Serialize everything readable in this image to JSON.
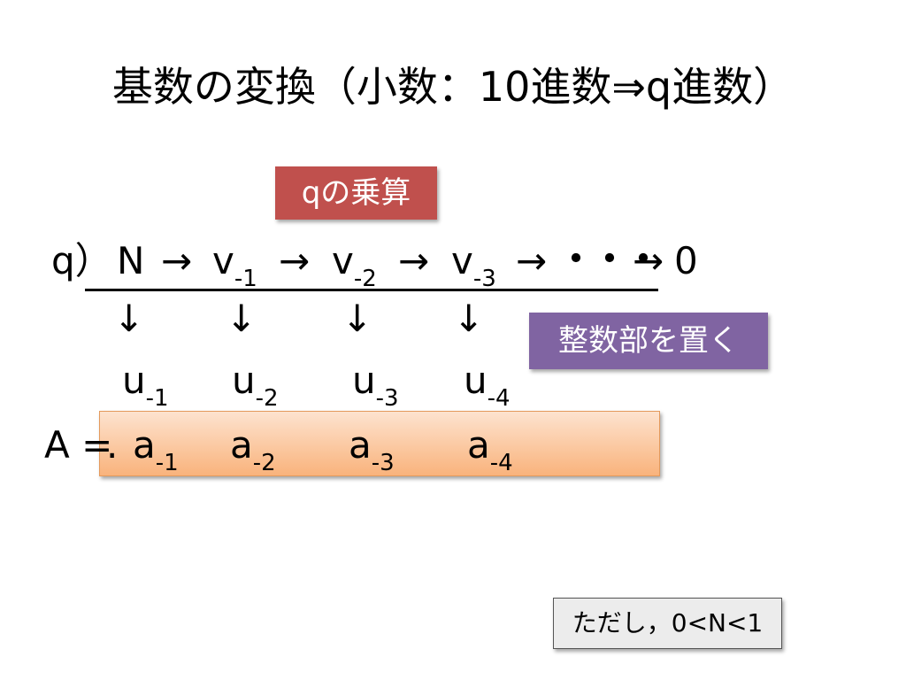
{
  "title": "基数の変換（小数：10進数⇒q進数）",
  "red_label": "qの乗算",
  "purple_label": "整数部を置く",
  "row1": {
    "q_paren": "q）",
    "n": "N",
    "arrow": "→",
    "v_base": "v",
    "subs": [
      "-1",
      "-2",
      "-3"
    ],
    "dots": "・・・",
    "zero": "0"
  },
  "down_arrow": "↓",
  "u_base": "u",
  "u_subs": [
    "-1",
    "-2",
    "-3",
    "-4"
  ],
  "a_prefix": "A =",
  "a_dot": ".",
  "a_base": "a",
  "a_subs": [
    "-1",
    "-2",
    "-3",
    "-4"
  ],
  "note": "ただし，0<N<1"
}
